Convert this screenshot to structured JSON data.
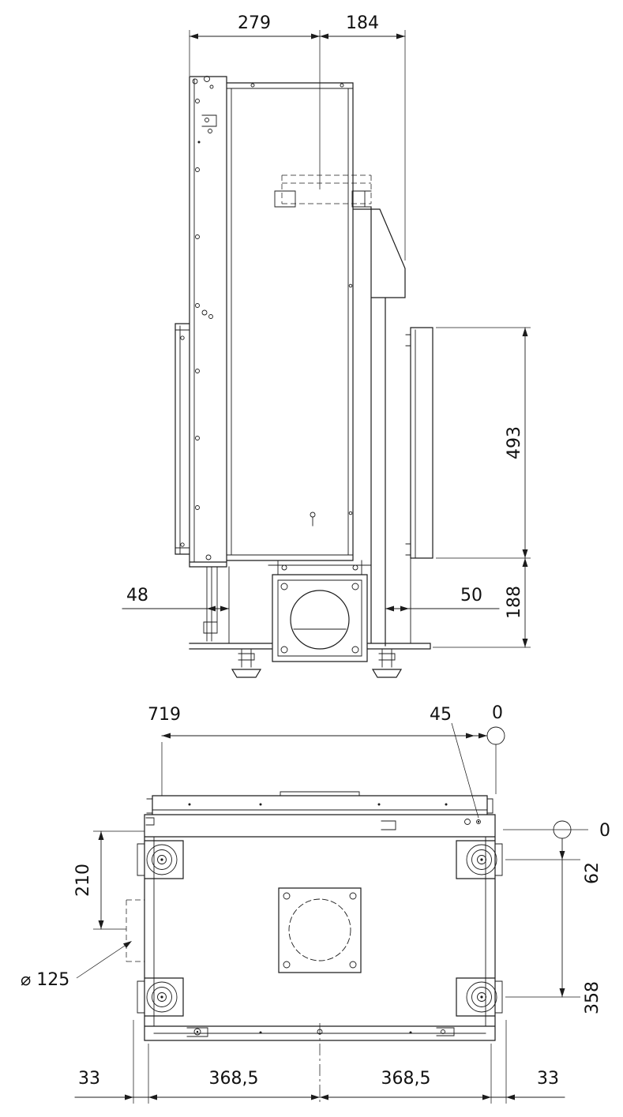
{
  "drawing": {
    "side_view": {
      "dim_width_back": "279",
      "dim_width_front": "184",
      "dim_panel_height": "493",
      "dim_base_height": "188",
      "dim_offset_front": "48",
      "dim_offset_rear": "50"
    },
    "plan_view": {
      "dim_overall_width": "719",
      "dim_hole_offset": "45",
      "datum_top": "0",
      "datum_side": "0",
      "dim_rear_feet": "62",
      "dim_outlet_center": "210",
      "dim_outlet_diameter": "⌀ 125",
      "dim_front_feet": "358",
      "dim_margin_left": "33",
      "dim_feet_span_left": "368,5",
      "dim_feet_span_right": "368,5",
      "dim_margin_right": "33"
    }
  }
}
